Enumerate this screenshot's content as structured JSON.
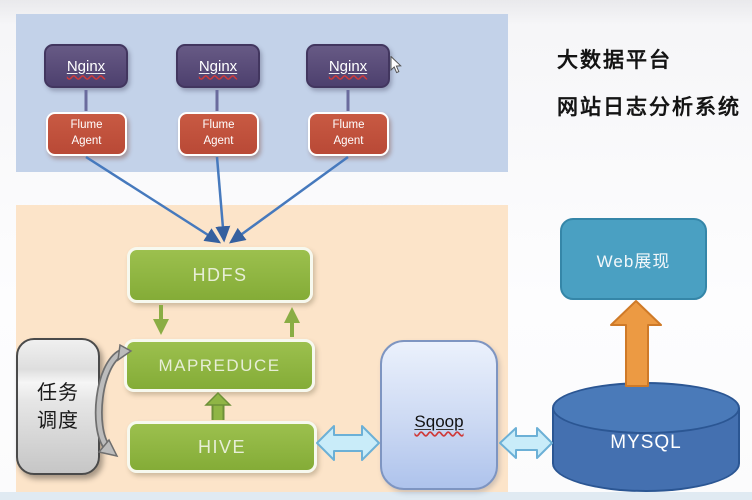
{
  "titles": {
    "line1": "大数据平台",
    "line2": "网站日志分析系统"
  },
  "collection_tier": {
    "nginx_nodes": [
      {
        "label": "Nginx"
      },
      {
        "label": "Nginx"
      },
      {
        "label": "Nginx"
      }
    ],
    "flume_agents": [
      {
        "label": "Flume\nAgent"
      },
      {
        "label": "Flume\nAgent"
      },
      {
        "label": "Flume\nAgent"
      }
    ]
  },
  "processing_tier": {
    "hdfs": {
      "label": "HDFS"
    },
    "mapreduce": {
      "label": "MAPREDUCE"
    },
    "hive": {
      "label": "HIVE"
    },
    "scheduler": {
      "label": "任务\n调度"
    }
  },
  "transfer": {
    "sqoop": {
      "label": "Sqoop"
    }
  },
  "serving_tier": {
    "web": {
      "label": "Web展现"
    },
    "mysql": {
      "label": "MYSQL"
    }
  },
  "palette": {
    "nginx_box": "#584b79",
    "flume_box": "#c0523e",
    "hadoop_green": "#8db53f",
    "scheduler_gray": "#d9d9d9",
    "sqoop_blue": "#ccd9f3",
    "web_teal": "#4aa0c2",
    "mysql_blue": "#4470b0",
    "orange_arrow": "#ec9a43",
    "flow_arrow_blue": "#4679bd",
    "transfer_arrow_fill": "#c9ecf9",
    "panel_collection": "#c3d2e9",
    "panel_hadoop": "#fce4c9"
  }
}
